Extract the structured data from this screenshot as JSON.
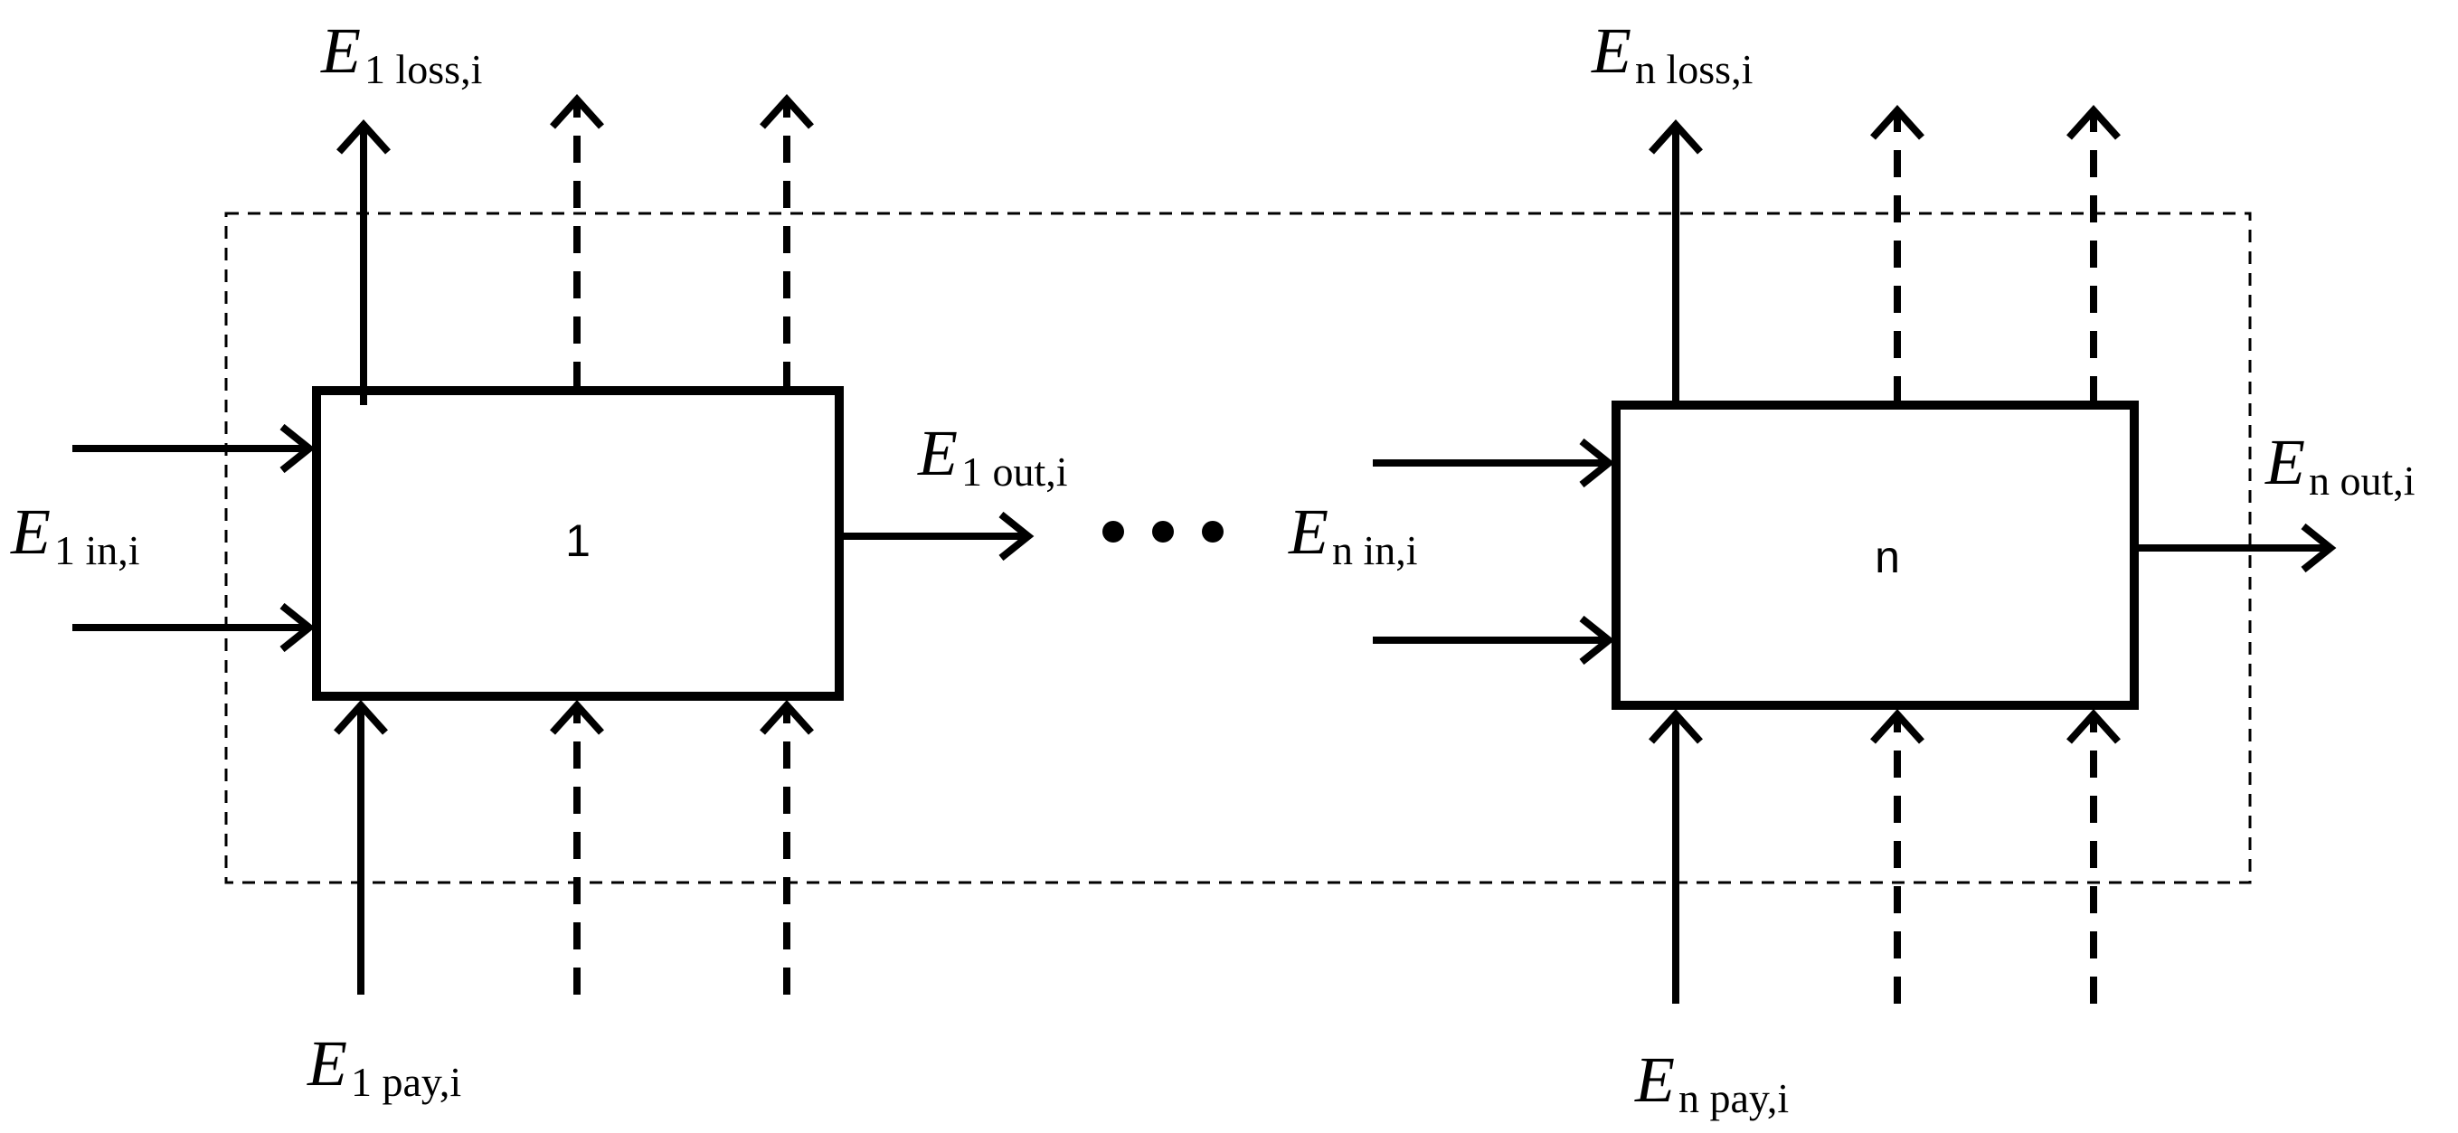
{
  "system_boundary_style": "dashed",
  "blocks": [
    {
      "id": "1",
      "label": "1",
      "loss": {
        "var": "E",
        "sub": "1 loss,i"
      },
      "input": {
        "var": "E",
        "sub": "1 in,i"
      },
      "output": {
        "var": "E",
        "sub": "1 out,i"
      },
      "pay": {
        "var": "E",
        "sub": "1 pay,i"
      }
    },
    {
      "id": "n",
      "label": "n",
      "loss": {
        "var": "E",
        "sub": "n loss,i"
      },
      "input": {
        "var": "E",
        "sub": "n in,i"
      },
      "output": {
        "var": "E",
        "sub": "n out,i"
      },
      "pay": {
        "var": "E",
        "sub": "n pay,i"
      }
    }
  ],
  "ellipsis_dots": 3
}
